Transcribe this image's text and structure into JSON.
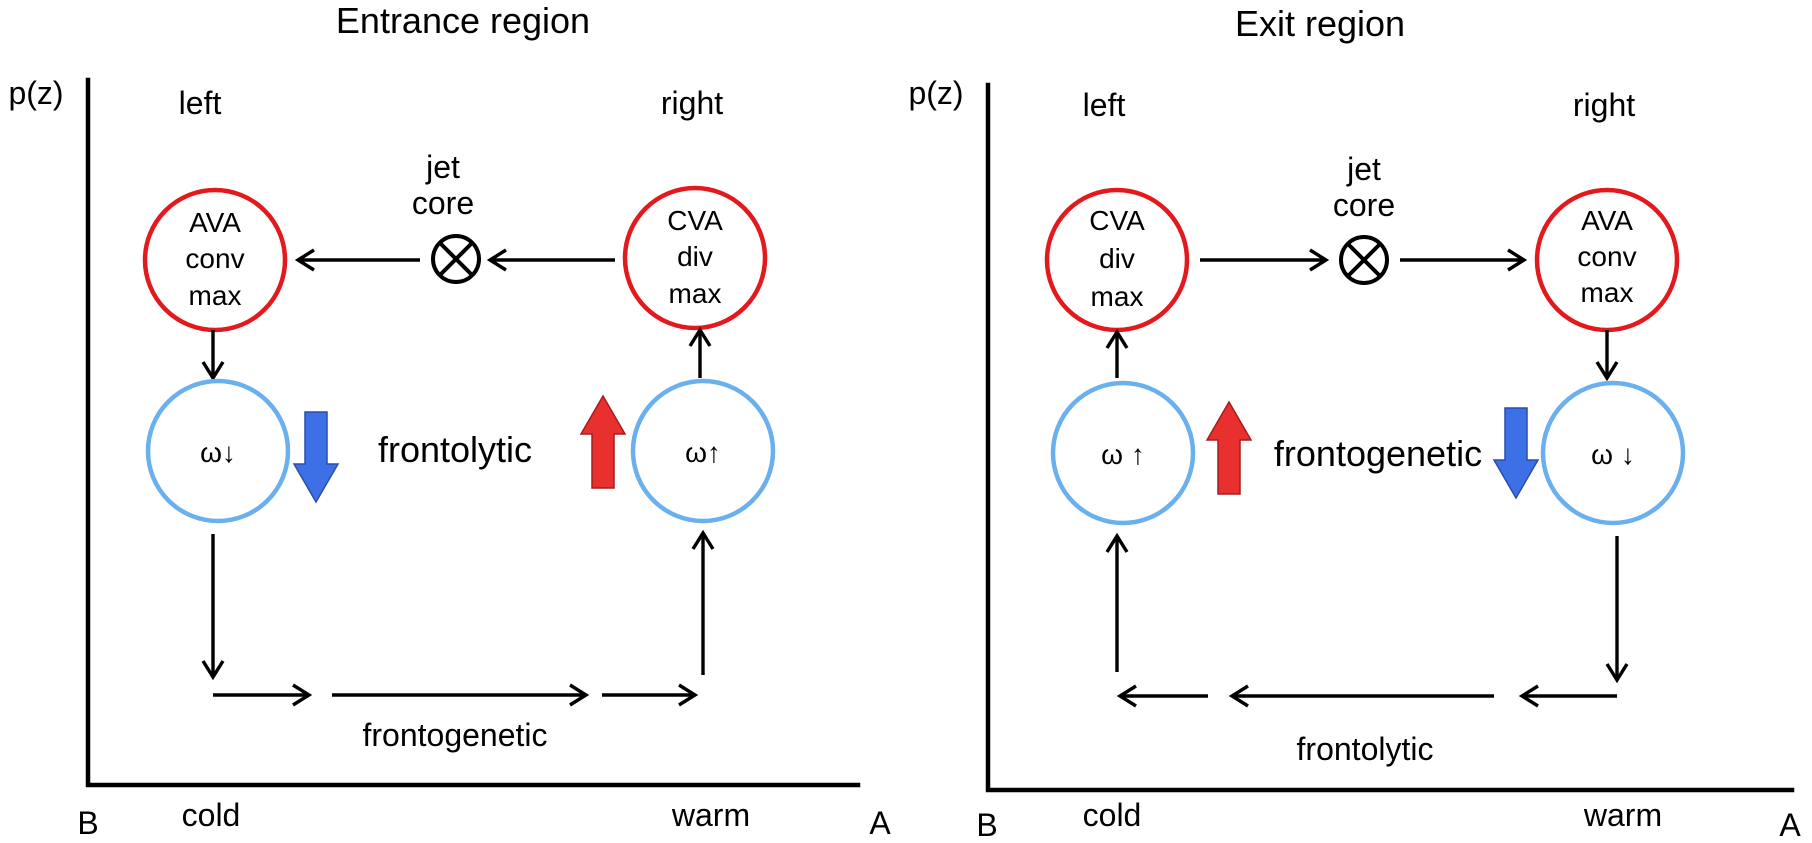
{
  "panels": [
    {
      "title": "Entrance region",
      "yaxis_label": "p(z)",
      "left_label": "left",
      "right_label": "right",
      "jet_line1": "jet",
      "jet_line2": "core",
      "left_circle": [
        "AVA",
        "conv",
        "max"
      ],
      "right_circle": [
        "CVA",
        "div",
        "max"
      ],
      "left_omega": "ω↓",
      "right_omega": "ω↑",
      "middle_label": "frontolytic",
      "bottom_label": "frontogenetic",
      "x_left_end": "B",
      "x_right_end": "A",
      "cold_label": "cold",
      "warm_label": "warm"
    },
    {
      "title": "Exit region",
      "yaxis_label": "p(z)",
      "left_label": "left",
      "right_label": "right",
      "jet_line1": "jet",
      "jet_line2": "core",
      "left_circle": [
        "CVA",
        "div",
        "max"
      ],
      "right_circle": [
        "AVA",
        "conv",
        "max"
      ],
      "left_omega": "ω ↑",
      "right_omega": "ω ↓",
      "middle_label": "frontogenetic",
      "bottom_label": "frontolytic",
      "x_left_end": "B",
      "x_right_end": "A",
      "cold_label": "cold",
      "warm_label": "warm"
    }
  ],
  "colors": {
    "divergence_circle": "#e3191e",
    "omega_circle": "#6ab0ee",
    "ascent_arrow": "#e8302f",
    "descent_arrow": "#3d6fe6"
  }
}
